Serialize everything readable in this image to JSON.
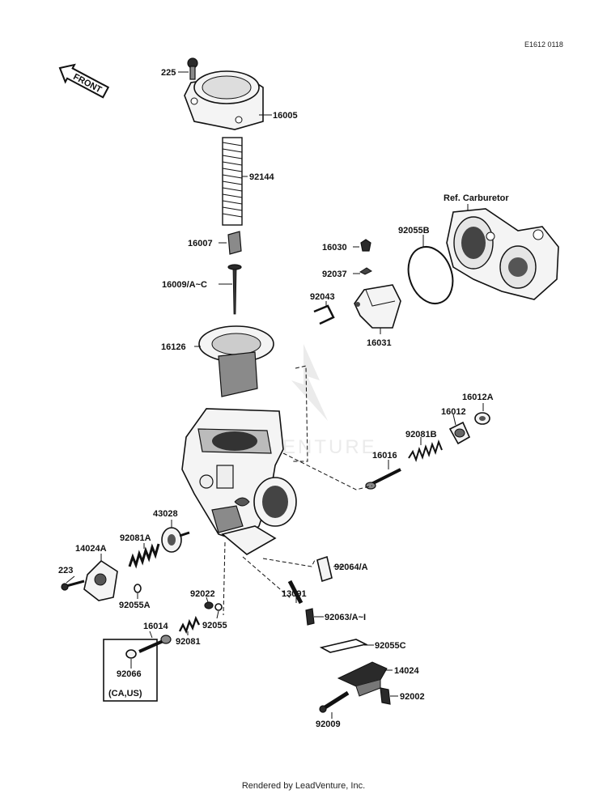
{
  "diagram_ref": "E1612 0118",
  "front_label": "FRONT",
  "ref_label": "Ref. Carburetor",
  "watermark": "VENTURE",
  "footer": "Rendered by LeadVenture, Inc.",
  "box_note": "(CA,US)",
  "labels": {
    "p225": "225",
    "p16005": "16005",
    "p92144": "92144",
    "p16007": "16007",
    "p16009": "16009/A~C",
    "p16126": "16126",
    "p16030": "16030",
    "p92037": "92037",
    "p92043": "92043",
    "p16031": "16031",
    "p92055B": "92055B",
    "p16012A": "16012A",
    "p16012": "16012",
    "p92081B": "92081B",
    "p16016": "16016",
    "p43028": "43028",
    "p92081A": "92081A",
    "p14024A": "14024A",
    "p223": "223",
    "p92055A": "92055A",
    "p92022": "92022",
    "p92055": "92055",
    "p16014": "16014",
    "p92081": "92081",
    "p92066": "92066",
    "p92064": "92064/A",
    "p13091": "13091",
    "p92063": "92063/A~I",
    "p92055C": "92055C",
    "p14024": "14024",
    "p92002": "92002",
    "p92009": "92009"
  }
}
